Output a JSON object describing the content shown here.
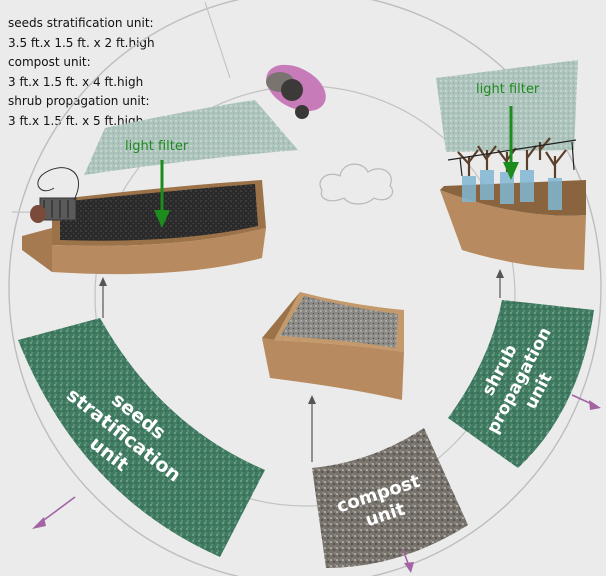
{
  "specs": {
    "seeds_title": "seeds stratification unit:",
    "seeds_dims": "3.5 ft.x 1.5 ft. x 2 ft.high",
    "compost_title": "compost unit:",
    "compost_dims": "3 ft.x 1.5 ft. x 4 ft.high",
    "shrub_title": "shrub propagation unit:",
    "shrub_dims": "3 ft.x 1.5 ft. x 5 ft.high"
  },
  "labels": {
    "light_filter_left": "light filter",
    "light_filter_right": "light filter",
    "seeds_line1": "seeds",
    "seeds_line2": "stratification",
    "seeds_line3": "unit",
    "compost_line1": "compost",
    "compost_line2": "unit",
    "shrub_line1": "shrub",
    "shrub_line2": "propagation",
    "shrub_line3": "unit"
  },
  "colors": {
    "pad_green": "#3f7a61",
    "pad_gray": "#7b7770",
    "filter": "#aac3b9",
    "box_wood": "#b88a5f",
    "soil": "#2c2c2c",
    "arrow_green": "#1c8c1c",
    "arrow_purple": "#a464a4"
  }
}
